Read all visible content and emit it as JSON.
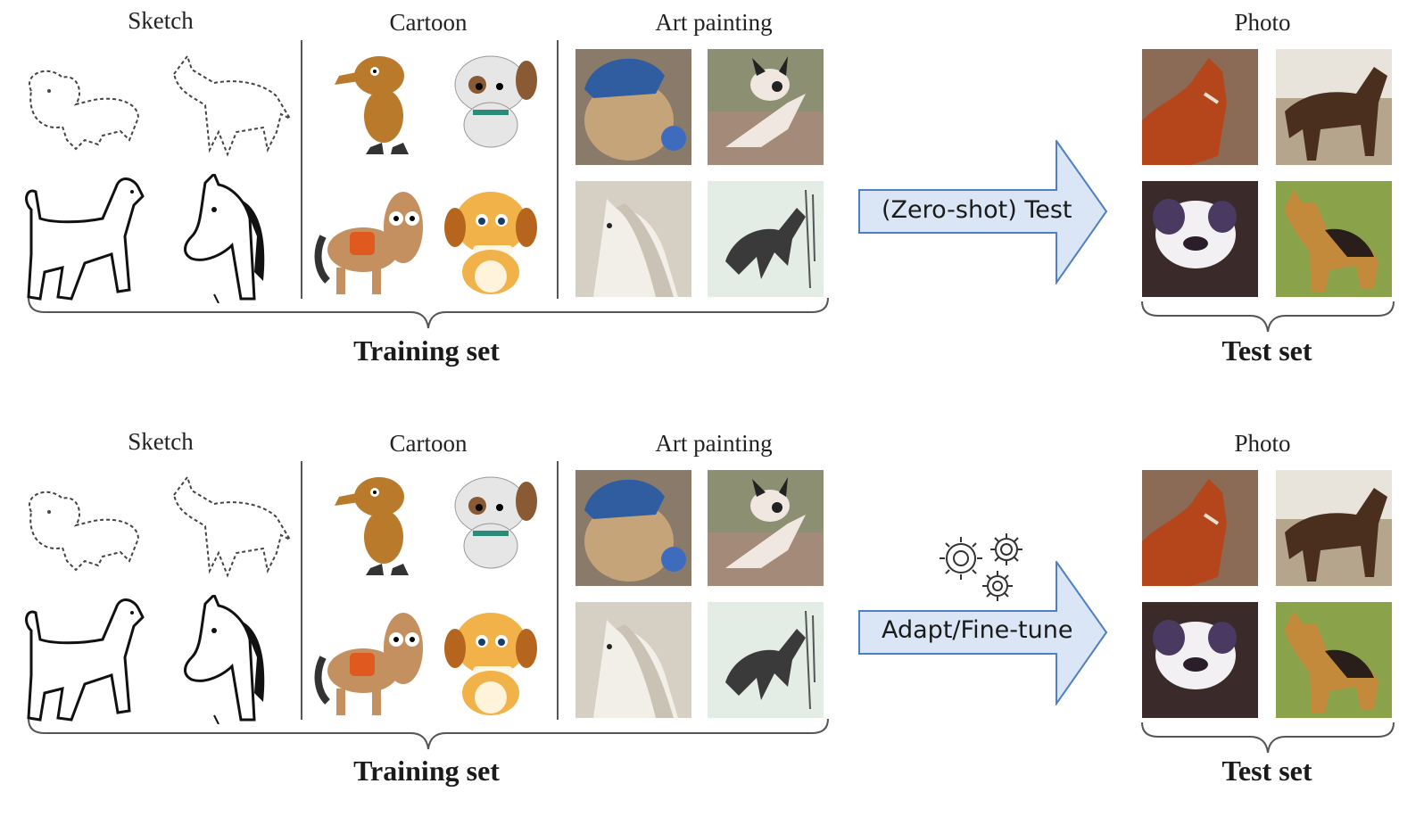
{
  "panels": [
    {
      "domains": {
        "sketch": "Sketch",
        "cartoon": "Cartoon",
        "art": "Art painting",
        "photo": "Photo"
      },
      "training_label": "Training set",
      "test_label": "Test set",
      "arrow_label": "(Zero-shot) Test",
      "has_gears": false
    },
    {
      "domains": {
        "sketch": "Sketch",
        "cartoon": "Cartoon",
        "art": "Art painting",
        "photo": "Photo"
      },
      "training_label": "Training set",
      "test_label": "Test set",
      "arrow_label": "Adapt/Fine-tune",
      "has_gears": true
    }
  ],
  "colors": {
    "arrow_fill": "#dae6f6",
    "arrow_stroke": "#4f7fc0",
    "brace": "#555555",
    "separator": "#555555"
  }
}
